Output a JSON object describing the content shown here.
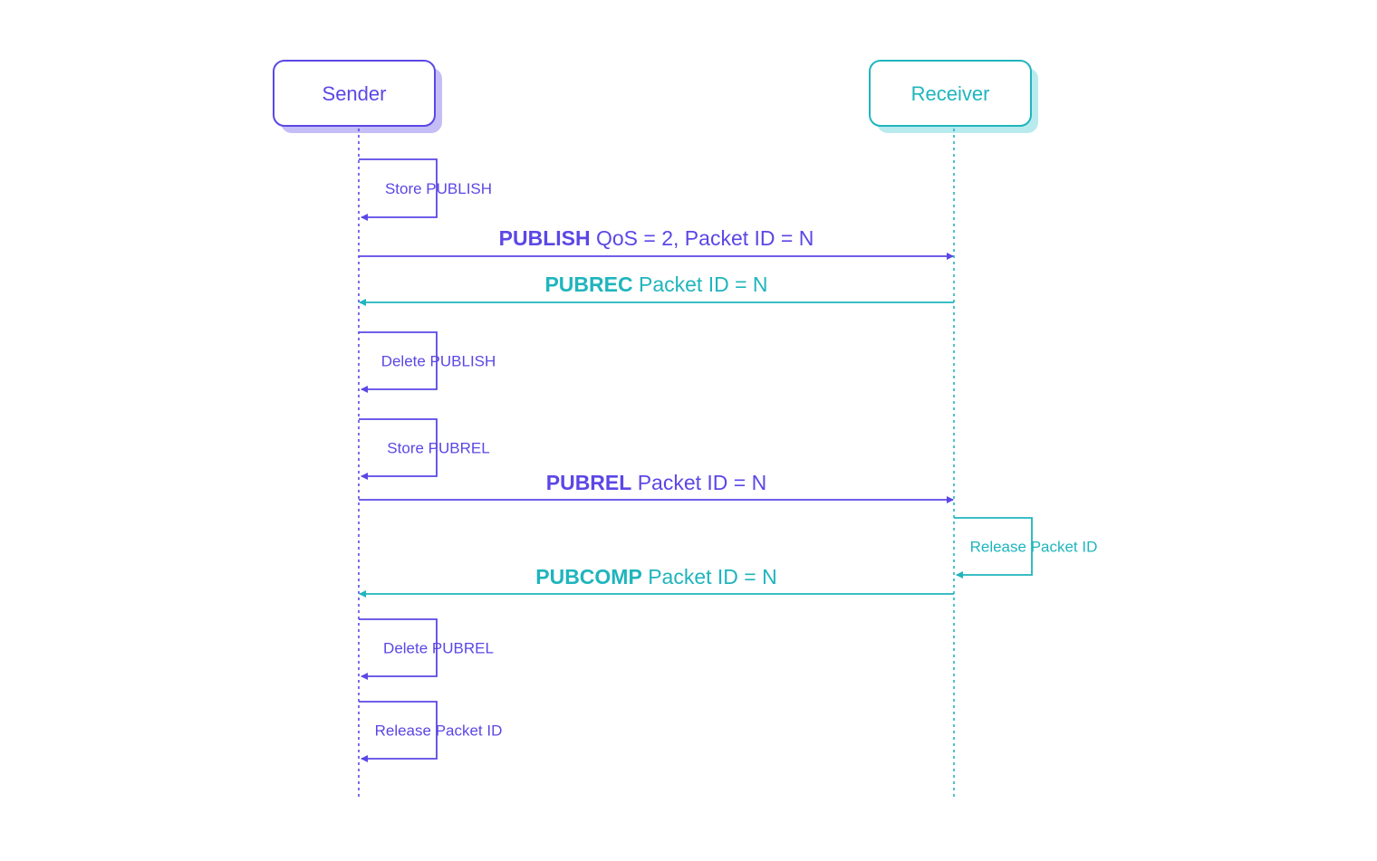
{
  "colors": {
    "sender": "#5b47e6",
    "sender_shadow": "#c5bdf6",
    "receiver": "#1fb5bd",
    "receiver_shadow": "#b9ebee",
    "background": "#ffffff"
  },
  "participants": {
    "sender": {
      "label": "Sender"
    },
    "receiver": {
      "label": "Receiver"
    }
  },
  "steps": [
    {
      "kind": "self",
      "actor": "sender",
      "label": "Store PUBLISH"
    },
    {
      "kind": "message",
      "from": "sender",
      "to": "receiver",
      "keyword": "PUBLISH",
      "detail": " QoS = 2, Packet ID = N"
    },
    {
      "kind": "message",
      "from": "receiver",
      "to": "sender",
      "keyword": "PUBREC",
      "detail": " Packet ID = N"
    },
    {
      "kind": "self",
      "actor": "sender",
      "label": "Delete PUBLISH"
    },
    {
      "kind": "self",
      "actor": "sender",
      "label": "Store PUBREL"
    },
    {
      "kind": "message",
      "from": "sender",
      "to": "receiver",
      "keyword": "PUBREL",
      "detail": " Packet ID = N"
    },
    {
      "kind": "self",
      "actor": "receiver",
      "label": "Release Packet ID"
    },
    {
      "kind": "message",
      "from": "receiver",
      "to": "sender",
      "keyword": "PUBCOMP",
      "detail": " Packet ID = N"
    },
    {
      "kind": "self",
      "actor": "sender",
      "label": "Delete PUBREL"
    },
    {
      "kind": "self",
      "actor": "sender",
      "label": "Release Packet ID"
    }
  ]
}
